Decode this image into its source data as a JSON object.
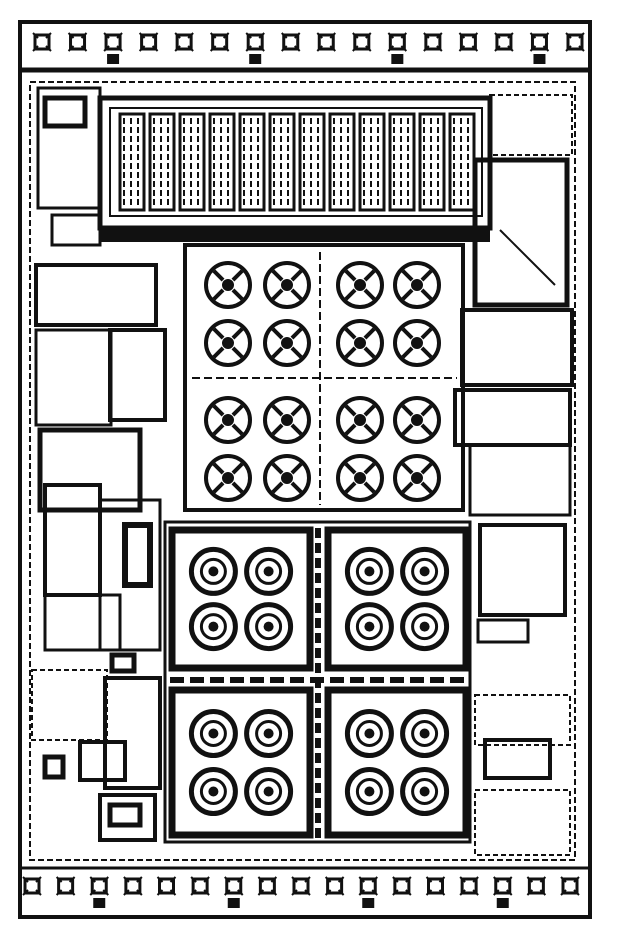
{
  "figure": {
    "kind": "integrated-circuit-die-layout",
    "colors": {
      "ink": "#111111",
      "paper": "#ffffff",
      "grey": "#9a9a9a"
    }
  },
  "die": {
    "bond_pad_rows": [
      {
        "side": "top",
        "pad_count": 16
      },
      {
        "side": "bottom",
        "pad_count": 17
      }
    ],
    "upper_transistor_array": {
      "groups": 4,
      "devices_per_group": 4,
      "style": "spoked"
    },
    "lower_transistor_array": {
      "groups": 4,
      "devices_per_group": 4,
      "style": "ringed"
    },
    "top_register_block": {
      "columns": 12
    }
  }
}
